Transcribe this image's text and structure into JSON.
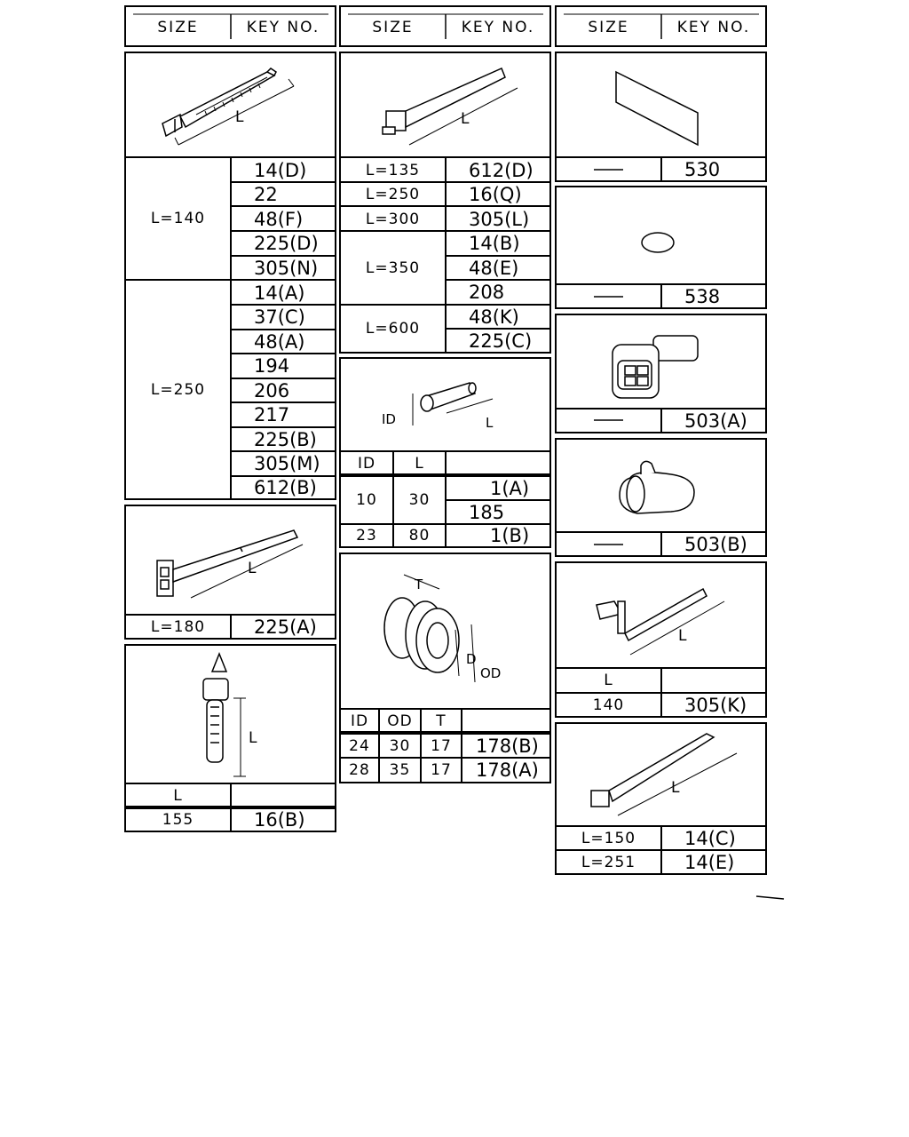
{
  "header": {
    "size_label": "SIZE",
    "key_label": "KEY NO."
  },
  "col1": {
    "group140": {
      "size": "L=140",
      "keys": [
        "14(D)",
        "22",
        "48(F)",
        "225(D)",
        "305(N)"
      ]
    },
    "group250": {
      "size": "L=250",
      "keys": [
        "14(A)",
        "37(C)",
        "48(A)",
        "194",
        "206",
        "217",
        "225(B)",
        "305(M)",
        "612(B)"
      ]
    },
    "tie180": {
      "size": "L=180",
      "key": "225(A)"
    },
    "clip": {
      "col_label": "L",
      "value": "155",
      "key": "16(B)"
    }
  },
  "col2": {
    "rows": [
      {
        "size": "L=135",
        "key": "612(D)"
      },
      {
        "size": "L=250",
        "key": "16(Q)"
      },
      {
        "size": "L=300",
        "key": "305(L)"
      }
    ],
    "group350": {
      "size": "L=350",
      "keys": [
        "14(B)",
        "48(E)",
        "208"
      ]
    },
    "group600": {
      "size": "L=600",
      "keys": [
        "48(K)",
        "225(C)"
      ]
    },
    "tube": {
      "label_id": "ID",
      "label_l": "L",
      "headers": [
        "ID",
        "L"
      ],
      "rows": [
        {
          "id": "10",
          "l": "30",
          "keys": [
            "1(A)",
            "185"
          ]
        },
        {
          "id": "23",
          "l": "80",
          "keys": [
            "1(B)"
          ]
        }
      ]
    },
    "grommet": {
      "label_t": "T",
      "label_d": "D",
      "label_od": "OD",
      "headers": [
        "ID",
        "OD",
        "T"
      ],
      "rows": [
        {
          "id": "24",
          "od": "30",
          "t": "17",
          "key": "178(B)"
        },
        {
          "id": "28",
          "od": "35",
          "t": "17",
          "key": "178(A)"
        }
      ]
    }
  },
  "col3": {
    "tape": {
      "size": "—",
      "key": "530"
    },
    "oring": {
      "size": "—",
      "key": "538"
    },
    "connector": {
      "size": "—",
      "key": "503(A)"
    },
    "cap": {
      "size": "—",
      "key": "503(B)"
    },
    "clamp": {
      "col_label": "L",
      "value": "140",
      "key": "305(K)"
    },
    "tie": {
      "rows": [
        {
          "size": "L=150",
          "key": "14(C)"
        },
        {
          "size": "L=251",
          "key": "14(E)"
        }
      ]
    }
  },
  "illustration_labels": {
    "length": "L"
  }
}
